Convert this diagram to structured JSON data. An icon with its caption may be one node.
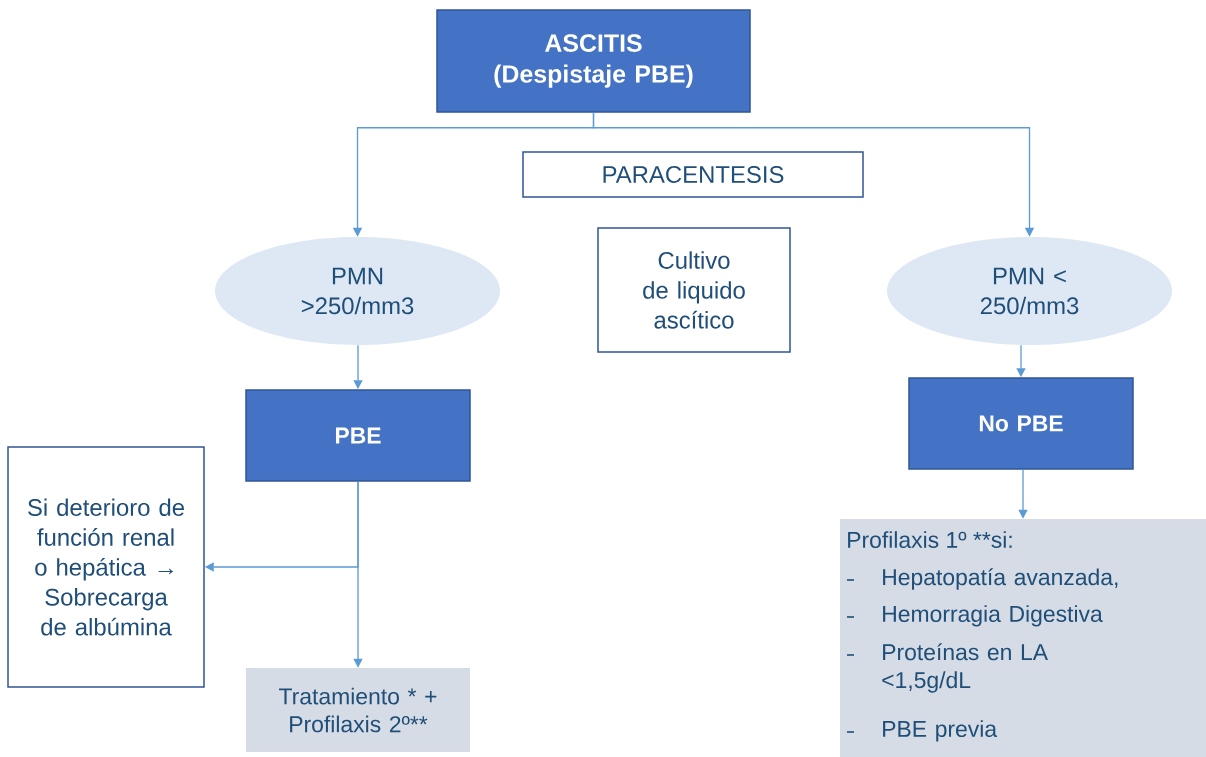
{
  "diagram": {
    "nodes": [
      {
        "text": [
          "ASCITIS (Despistaje PBE)"
        ]
      },
      {
        "text": [
          "PARACENTESIS"
        ]
      },
      {
        "text": [
          "Cultivo de liquido ascítico"
        ]
      },
      {
        "text": [
          "PMN >250/mm3"
        ]
      },
      {
        "text": [
          "PMN < 250/mm3"
        ]
      },
      {
        "text": [
          "PBE"
        ]
      },
      {
        "text": [
          "No PBE"
        ]
      },
      {
        "text": [
          "Si deterioro de función renal o hepática → Sobrecarga de albúmina"
        ]
      },
      {
        "text": [
          "Tratamiento * + Profilaxis 2º**"
        ]
      },
      {
        "text": [
          "Profilaxis 1º **si:",
          "Hepatopatía avanzada,",
          "Hemorragia Digestiva",
          "Proteínas en LA <1,5g/dL",
          "PBE previa"
        ]
      }
    ],
    "edges": [
      {
        "from": 0,
        "to": 3,
        "arrow": "to"
      },
      {
        "from": 0,
        "to": 4,
        "arrow": "to"
      },
      {
        "from": 3,
        "to": 5,
        "arrow": "to"
      },
      {
        "from": 4,
        "to": 6,
        "arrow": "to"
      },
      {
        "from": 5,
        "to": 7,
        "arrow": "to"
      },
      {
        "from": 5,
        "to": 8,
        "arrow": "to"
      },
      {
        "from": 6,
        "to": 9,
        "arrow": "to"
      }
    ]
  }
}
